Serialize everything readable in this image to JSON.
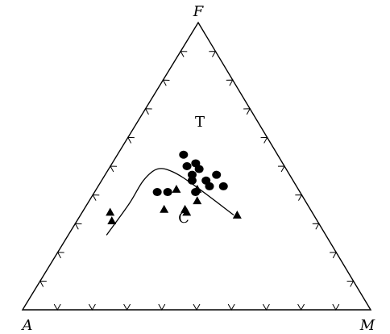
{
  "chart_data": {
    "type": "ternary-scatter",
    "vertices": {
      "top": "F",
      "bottom_left": "A",
      "bottom_right": "M"
    },
    "field_labels": [
      "T",
      "C"
    ],
    "colors": {
      "ink": "#000000",
      "background": "#ffffff"
    },
    "tick_count": 9,
    "boundary_curve": [
      {
        "A": 0.63,
        "F": 0.26,
        "M": 0.11
      },
      {
        "A": 0.51,
        "F": 0.37,
        "M": 0.12
      },
      {
        "A": 0.43,
        "F": 0.45,
        "M": 0.12
      },
      {
        "A": 0.37,
        "F": 0.49,
        "M": 0.14
      },
      {
        "A": 0.33,
        "F": 0.48,
        "M": 0.19
      },
      {
        "A": 0.29,
        "F": 0.43,
        "M": 0.28
      },
      {
        "A": 0.23,
        "F": 0.33,
        "M": 0.44
      }
    ],
    "series": [
      {
        "marker": "circle",
        "points": [
          {
            "A": 0.27,
            "F": 0.54,
            "M": 0.19
          },
          {
            "A": 0.25,
            "F": 0.51,
            "M": 0.24
          },
          {
            "A": 0.28,
            "F": 0.5,
            "M": 0.22
          },
          {
            "A": 0.25,
            "F": 0.49,
            "M": 0.26
          },
          {
            "A": 0.28,
            "F": 0.47,
            "M": 0.25
          },
          {
            "A": 0.21,
            "F": 0.47,
            "M": 0.32
          },
          {
            "A": 0.25,
            "F": 0.45,
            "M": 0.3
          },
          {
            "A": 0.29,
            "F": 0.45,
            "M": 0.26
          },
          {
            "A": 0.21,
            "F": 0.43,
            "M": 0.36
          },
          {
            "A": 0.25,
            "F": 0.43,
            "M": 0.32
          },
          {
            "A": 0.3,
            "F": 0.41,
            "M": 0.29
          },
          {
            "A": 0.41,
            "F": 0.41,
            "M": 0.18
          },
          {
            "A": 0.38,
            "F": 0.41,
            "M": 0.21
          }
        ]
      },
      {
        "marker": "triangle",
        "points": [
          {
            "A": 0.35,
            "F": 0.42,
            "M": 0.23
          },
          {
            "A": 0.29,
            "F": 0.42,
            "M": 0.29
          },
          {
            "A": 0.31,
            "F": 0.38,
            "M": 0.31
          },
          {
            "A": 0.42,
            "F": 0.35,
            "M": 0.23
          },
          {
            "A": 0.36,
            "F": 0.35,
            "M": 0.29
          },
          {
            "A": 0.36,
            "F": 0.34,
            "M": 0.3
          },
          {
            "A": 0.58,
            "F": 0.34,
            "M": 0.08
          },
          {
            "A": 0.59,
            "F": 0.31,
            "M": 0.1
          },
          {
            "A": 0.22,
            "F": 0.33,
            "M": 0.45
          }
        ]
      }
    ]
  }
}
